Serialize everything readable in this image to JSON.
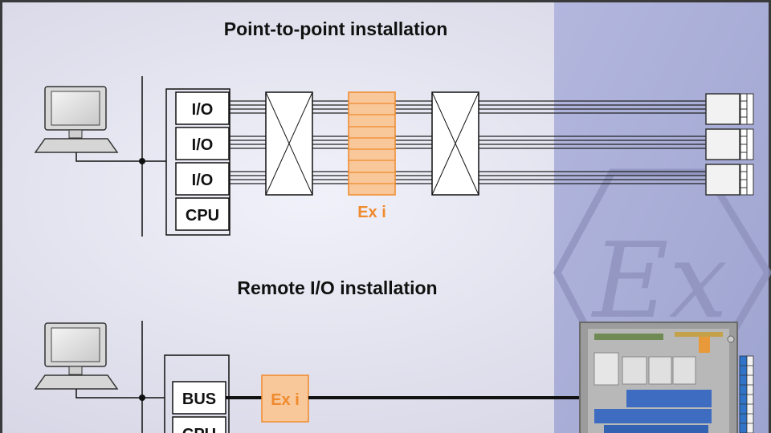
{
  "diagram": {
    "point_to_point": {
      "title": "Point-to-point installation",
      "modules": [
        "I/O",
        "I/O",
        "I/O",
        "CPU"
      ],
      "barrier_label": "Ex i"
    },
    "remote_io": {
      "title": "Remote I/O installation",
      "modules": [
        "BUS",
        "CPU"
      ],
      "barrier_label": "Ex i"
    },
    "hazard_symbol": "Ex",
    "colors": {
      "safe_area": "#e7e7f2",
      "hazard_area": "#a9aed6",
      "ex_barrier": "#f08a2c",
      "ex_fill": "#f8c79a"
    }
  }
}
